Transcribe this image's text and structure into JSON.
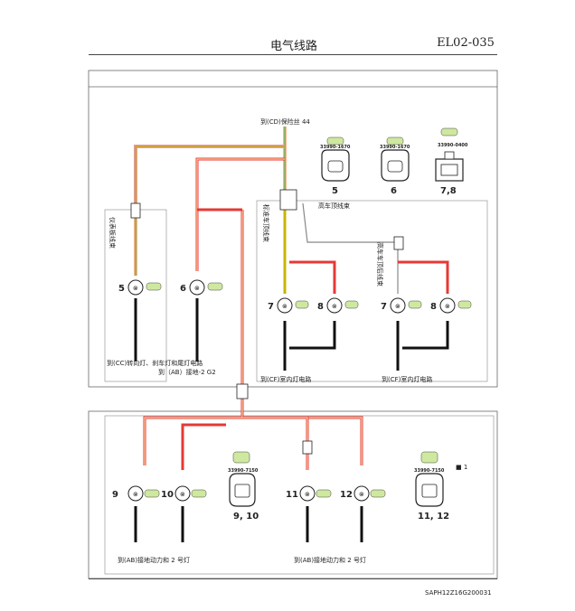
{
  "header": {
    "title": "电气线路",
    "code": "EL02-035"
  },
  "top_fuse": "到(CD)保险丝 44",
  "harness_labels": {
    "instrument": "仪表板线束",
    "standard_roof": "标准车顶线束",
    "high_roof": "高车顶线束",
    "high_roof_rear": "高车车顶后线束"
  },
  "connectors_top": [
    {
      "num": "5",
      "part": "33990-1670"
    },
    {
      "num": "6",
      "part": "33990-1670"
    },
    {
      "num": "7,8",
      "part": "33990-0400"
    }
  ],
  "lamps_upper": [
    {
      "num": "5"
    },
    {
      "num": "6"
    },
    {
      "num": "7"
    },
    {
      "num": "8"
    },
    {
      "num": "7"
    },
    {
      "num": "8"
    }
  ],
  "lamps_lower": [
    {
      "num": "9"
    },
    {
      "num": "10"
    },
    {
      "num": "11"
    },
    {
      "num": "12"
    }
  ],
  "connectors_bottom": [
    {
      "num": "9, 10",
      "part": "33990-7150"
    },
    {
      "num": "11, 12",
      "part": "33990-7150"
    }
  ],
  "annotations": {
    "cc_lamp": "到(CC)转向灯、刹车灯和尾灯电路",
    "ab_ground_g2": "到（AB）接地-2 G2",
    "cf_interior_1": "到(CF)室内灯电路",
    "cf_interior_2": "到(CF)室内灯电路",
    "ab_power_left": "到(AB)接地动力和 2 号灯",
    "ab_power_right": "到(AB)接地动力和 2 号灯"
  },
  "page_code": "SAPH12Z16G200031",
  "small_ref": "■ 1"
}
